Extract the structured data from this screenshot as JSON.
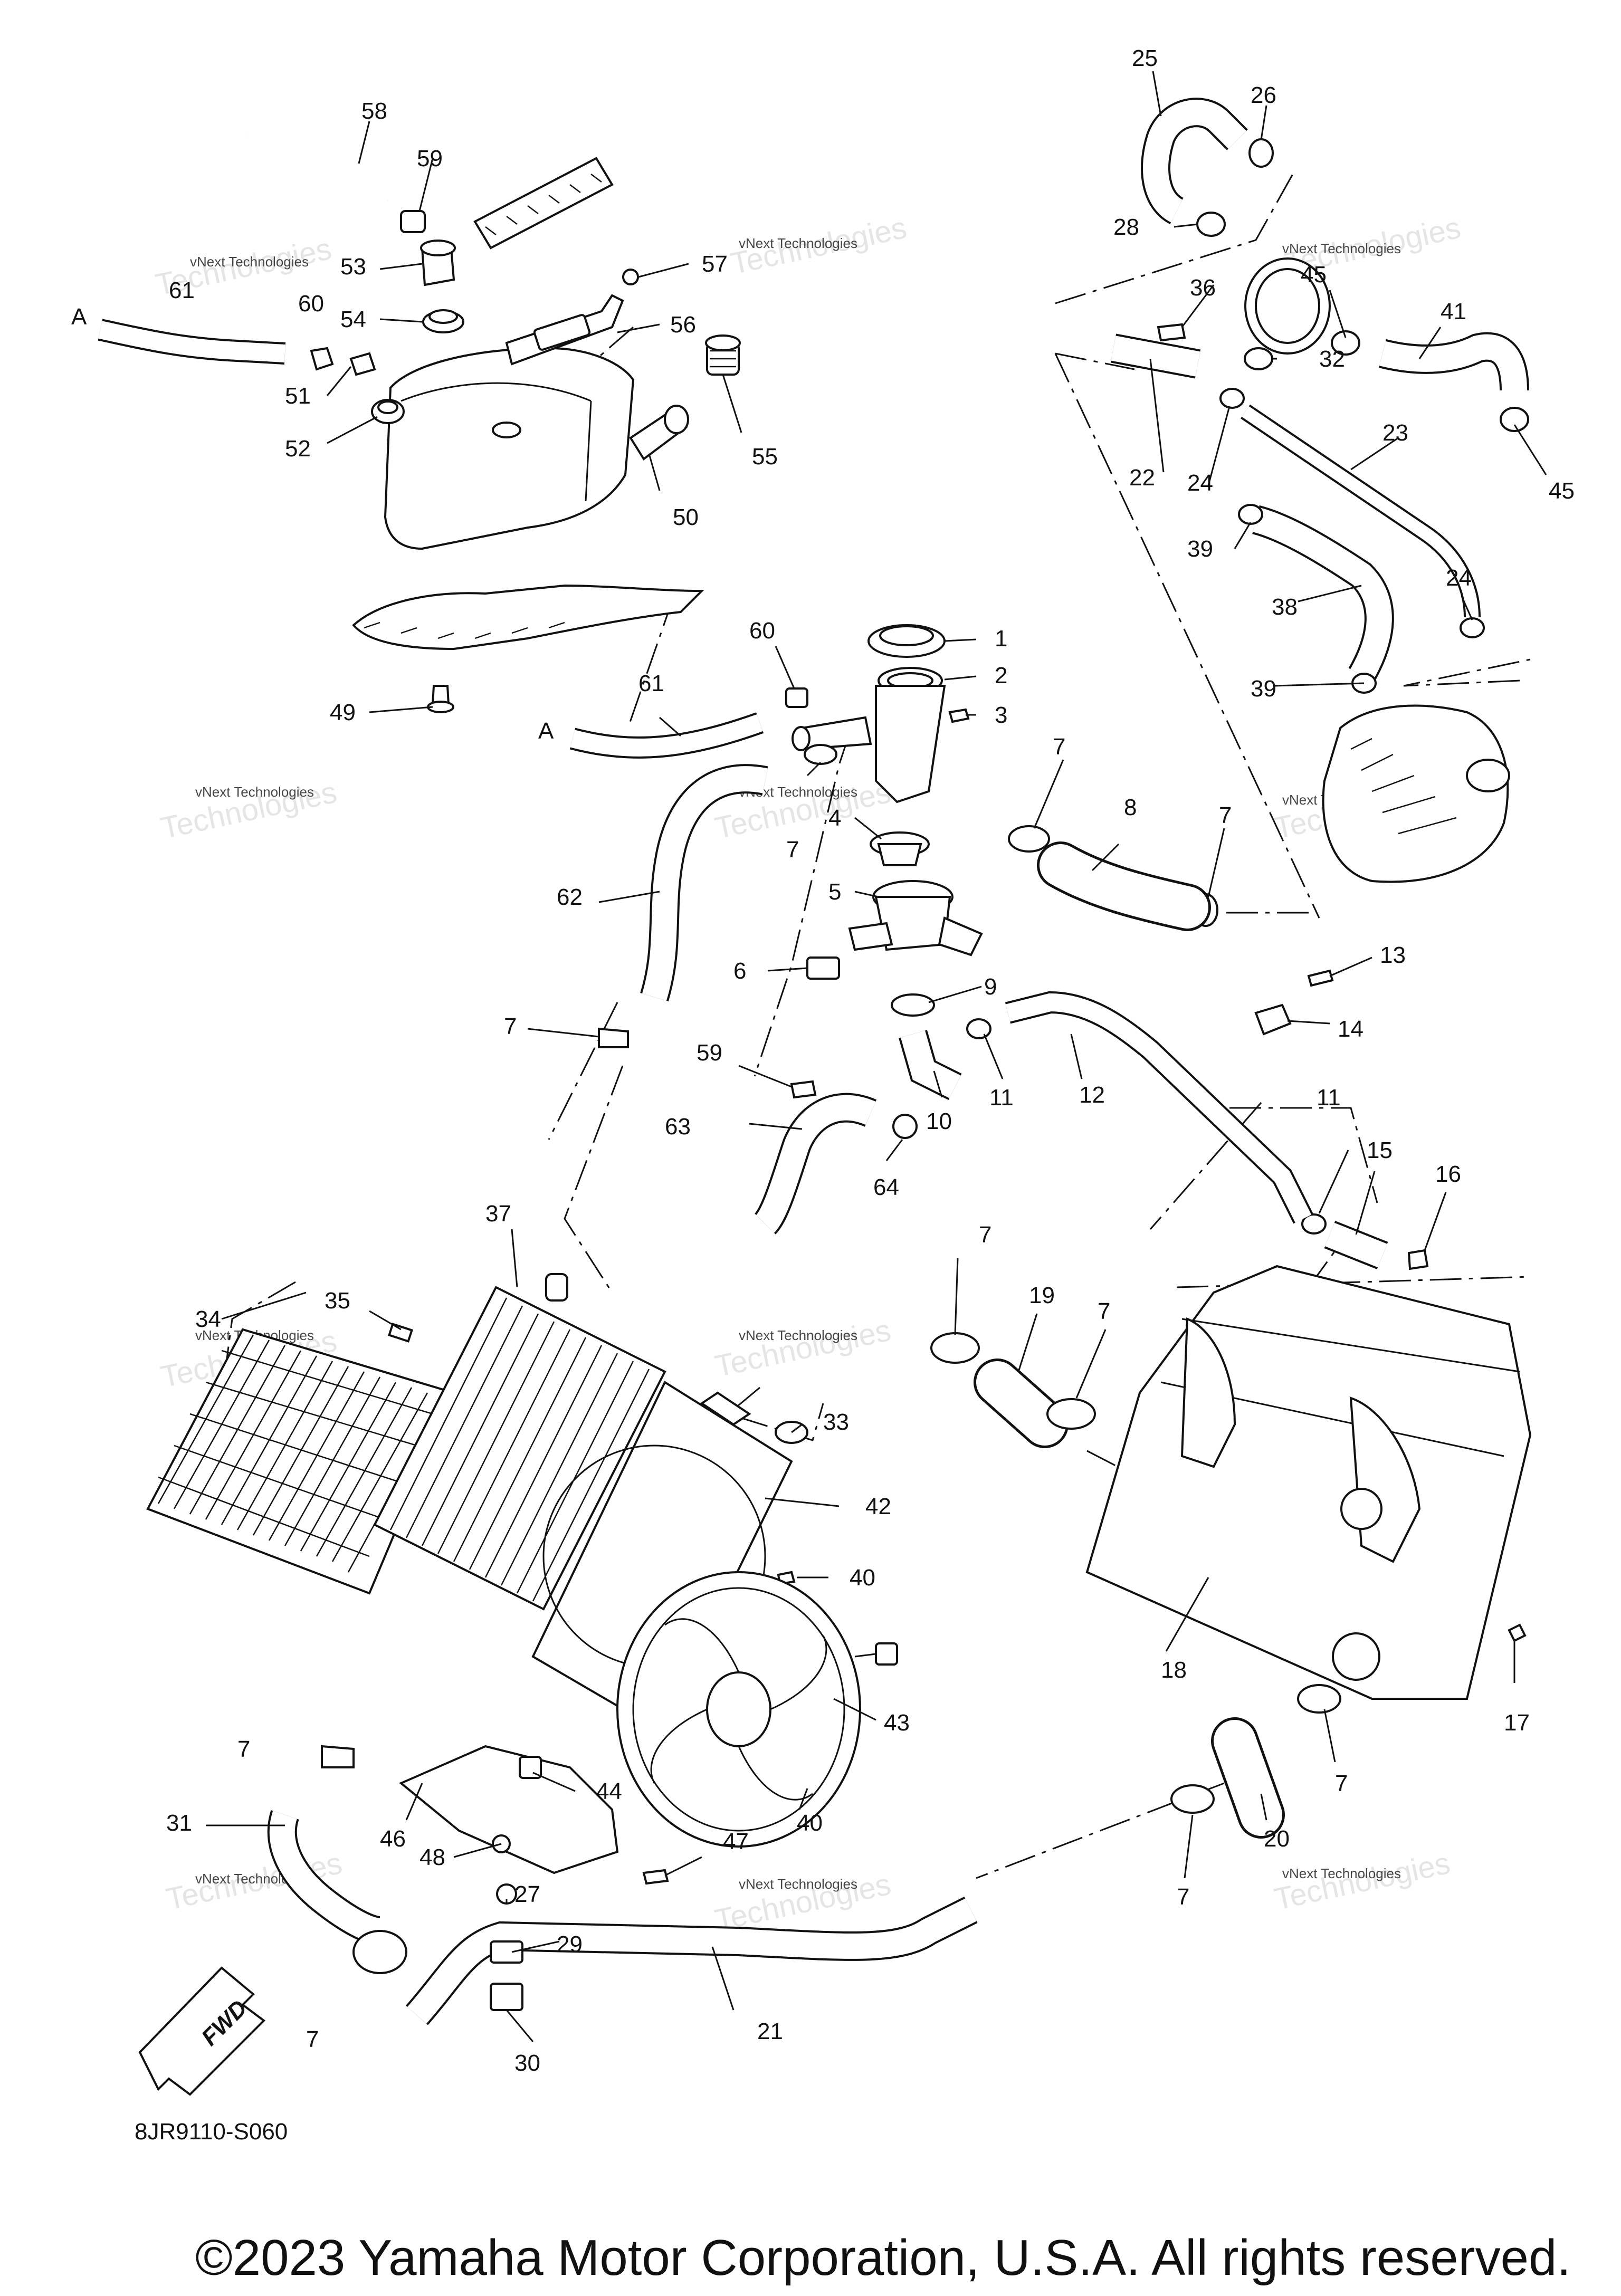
{
  "diagram": {
    "code": "8JR9110-S060",
    "direction_label": "FWD",
    "connector_label": "A",
    "watermark_text": "vNext Technologies",
    "watermark_big": "Technologies",
    "callouts": [
      "1",
      "2",
      "3",
      "4",
      "5",
      "6",
      "7",
      "8",
      "9",
      "10",
      "11",
      "12",
      "13",
      "14",
      "15",
      "16",
      "17",
      "18",
      "19",
      "20",
      "21",
      "22",
      "23",
      "24",
      "25",
      "26",
      "27",
      "28",
      "29",
      "30",
      "31",
      "32",
      "33",
      "34",
      "35",
      "36",
      "37",
      "38",
      "39",
      "40",
      "41",
      "42",
      "43",
      "44",
      "45",
      "46",
      "47",
      "48",
      "49",
      "50",
      "51",
      "52",
      "53",
      "54",
      "55",
      "56",
      "57",
      "58",
      "59",
      "60",
      "61",
      "62",
      "63",
      "64"
    ]
  },
  "copyright": "©2023 Yamaha Motor Corporation, U.S.A. All rights reserved."
}
